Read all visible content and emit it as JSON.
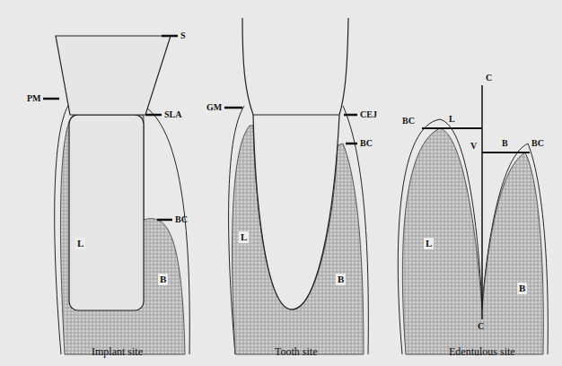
{
  "diagram": {
    "labels": [
      "S",
      "PM",
      "SLA",
      "BC",
      "L",
      "B",
      "Implant site",
      "GM",
      "CEJ",
      "BC",
      "L",
      "B",
      "Tooth site",
      "C",
      "BC",
      "L",
      "V",
      "B",
      "BC",
      "L",
      "B",
      "C",
      "Edentulous site"
    ]
  }
}
